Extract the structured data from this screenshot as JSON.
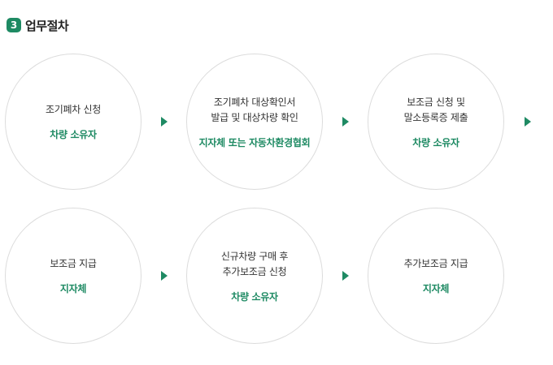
{
  "header": {
    "step_number": "3",
    "title": "업무절차"
  },
  "steps": [
    {
      "text": "조기폐차 신청",
      "actor": "차량 소유자"
    },
    {
      "text": "조기폐차 대상확인서\n발급 및 대상차량 확인",
      "actor": "지자체 또는 자동차환경협회"
    },
    {
      "text": "보조금 신청 및\n말소등록증 제출",
      "actor": "차량 소유자"
    },
    {
      "text": "보조금 지급",
      "actor": "지자체"
    },
    {
      "text": "신규차량 구매 후\n추가보조금 신청",
      "actor": "차량 소유자"
    },
    {
      "text": "추가보조금 지급",
      "actor": "지자체"
    }
  ],
  "icons": {
    "arrow": "triangle-right-icon",
    "accent_color": "#1e8a63"
  }
}
